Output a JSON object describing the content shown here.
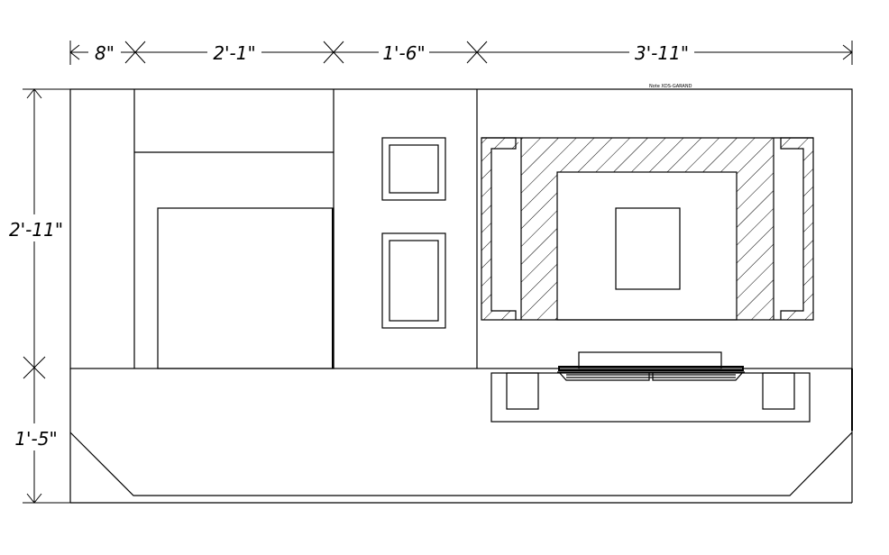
{
  "dimensions": {
    "top": [
      "8\"",
      "2'-1\"",
      "1'-6\"",
      "3'-11\""
    ],
    "left": [
      "2'-11\"",
      "1'-5\""
    ]
  },
  "note": "Note XDS-GARAND"
}
